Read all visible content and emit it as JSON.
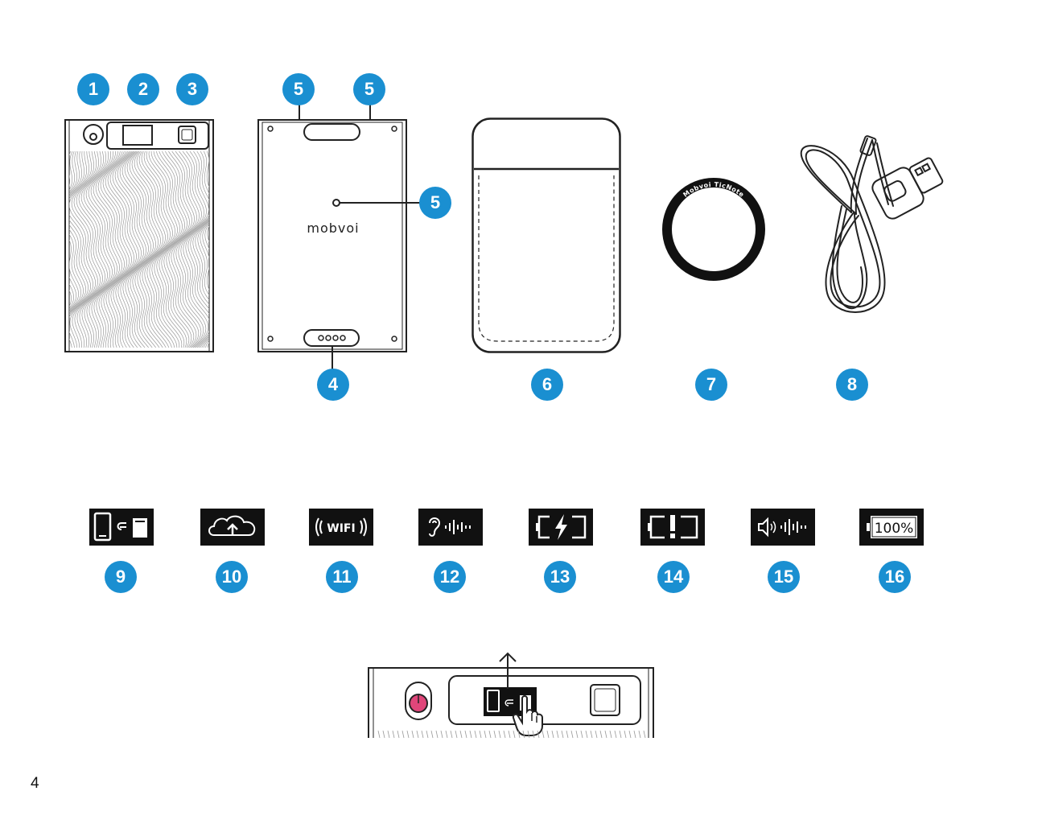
{
  "callouts": {
    "c1": "1",
    "c2": "2",
    "c3": "3",
    "c5a": "5",
    "c5b": "5",
    "c5c": "5",
    "c4": "4",
    "c6": "6",
    "c7": "7",
    "c8": "8",
    "c9": "9",
    "c10": "10",
    "c11": "11",
    "c12": "12",
    "c13": "13",
    "c14": "14",
    "c15": "15",
    "c16": "16"
  },
  "device_back": {
    "brand": "mobvoi"
  },
  "ring": {
    "label": "Mobvoi TicNote"
  },
  "icons": {
    "wifi_label": "WIFI",
    "battery_full_label": "100%",
    "names": [
      "phone-link-icon",
      "cloud-upload-icon",
      "wifi-icon",
      "listening-icon",
      "charging-icon",
      "battery-warning-icon",
      "speaker-icon",
      "battery-full-icon"
    ]
  },
  "page": {
    "number": "4"
  },
  "colors": {
    "accent": "#1a8fd1",
    "icon_bg": "#111111",
    "toggle_pink": "#e0467a"
  }
}
